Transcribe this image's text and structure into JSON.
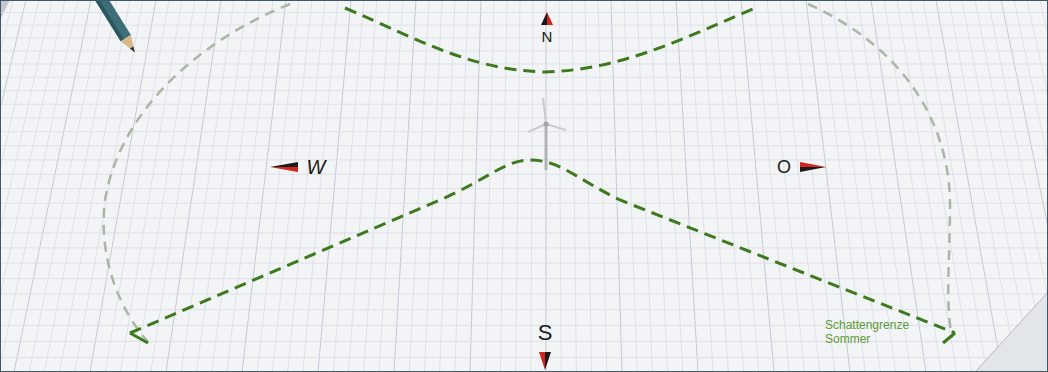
{
  "diagram": {
    "labels": [
      "N",
      "W",
      "O",
      "S",
      "Schattengrenze Sommer"
    ]
  }
}
